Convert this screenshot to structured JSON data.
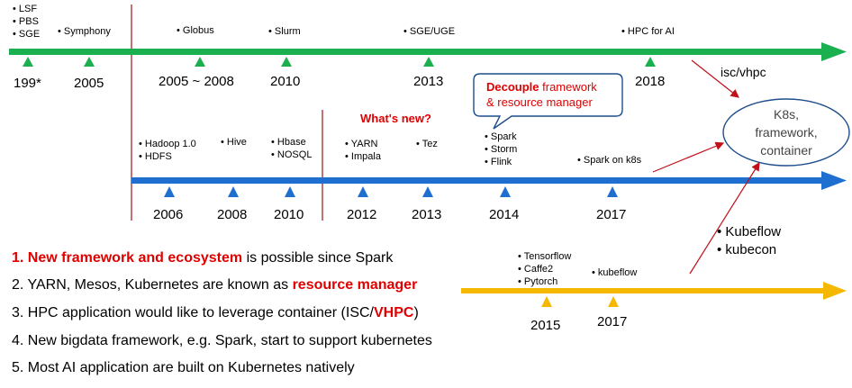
{
  "colors": {
    "green": "#1aaf4f",
    "blue": "#1e6fd0",
    "yellow": "#f5b800",
    "divider": "#a01010",
    "emphasis": "#e00000"
  },
  "hpc_row": {
    "items": [
      {
        "lines": [
          "LSF",
          "PBS",
          "SGE"
        ]
      },
      {
        "lines": [
          "Symphony"
        ]
      },
      {
        "lines": [
          "Globus"
        ]
      },
      {
        "lines": [
          "Slurm"
        ]
      },
      {
        "lines": [
          "SGE/UGE"
        ]
      },
      {
        "lines": [
          "HPC for AI"
        ]
      }
    ],
    "years": [
      "199*",
      "2005",
      "2005 ~ 2008",
      "2010",
      "2013",
      "2018"
    ]
  },
  "bigdata_row": {
    "items": [
      {
        "lines": [
          "Hadoop 1.0",
          "HDFS"
        ]
      },
      {
        "lines": [
          "Hive"
        ]
      },
      {
        "lines": [
          "Hbase",
          "NOSQL"
        ]
      },
      {
        "lines": [
          "YARN",
          "Impala"
        ]
      },
      {
        "lines": [
          "Tez"
        ]
      },
      {
        "lines": [
          "Spark",
          "Storm",
          "Flink"
        ]
      },
      {
        "lines": [
          "Spark on k8s"
        ]
      }
    ],
    "years": [
      "2006",
      "2008",
      "2010",
      "2012",
      "2013",
      "2014",
      "2017"
    ]
  },
  "ai_row": {
    "items": [
      {
        "lines": [
          "Tensorflow",
          "Caffe2",
          "Pytorch"
        ]
      },
      {
        "lines": [
          "kubeflow"
        ]
      }
    ],
    "years": [
      "2015",
      "2017"
    ]
  },
  "whats_new": "What's new?",
  "callout": {
    "bold": "Decouple",
    "rest1": " framework",
    "line2": "& resource manager"
  },
  "isc_label": "isc/vhpc",
  "ellipse_lines": [
    "K8s,",
    "framework,",
    "container"
  ],
  "kube_bullets": [
    "Kubeflow",
    "kubecon"
  ],
  "notes": [
    {
      "parts": [
        {
          "text": "1. ",
          "red": true
        },
        {
          "text": "New framework and ecosystem",
          "red": true
        },
        {
          "text": " is possible since Spark",
          "red": false
        }
      ]
    },
    {
      "parts": [
        {
          "text": "2. YARN, Mesos, Kubernetes are known as ",
          "red": false
        },
        {
          "text": "resource manager",
          "red": true
        }
      ]
    },
    {
      "parts": [
        {
          "text": "3. HPC application would like to leverage container (ISC/",
          "red": false
        },
        {
          "text": "VHPC",
          "red": true
        },
        {
          "text": ")",
          "red": false
        }
      ]
    },
    {
      "parts": [
        {
          "text": "4. New bigdata framework, e.g. Spark, start to support kubernetes",
          "red": false
        }
      ]
    },
    {
      "parts": [
        {
          "text": "5. Most AI application are built on Kubernetes natively",
          "red": false
        }
      ]
    }
  ]
}
